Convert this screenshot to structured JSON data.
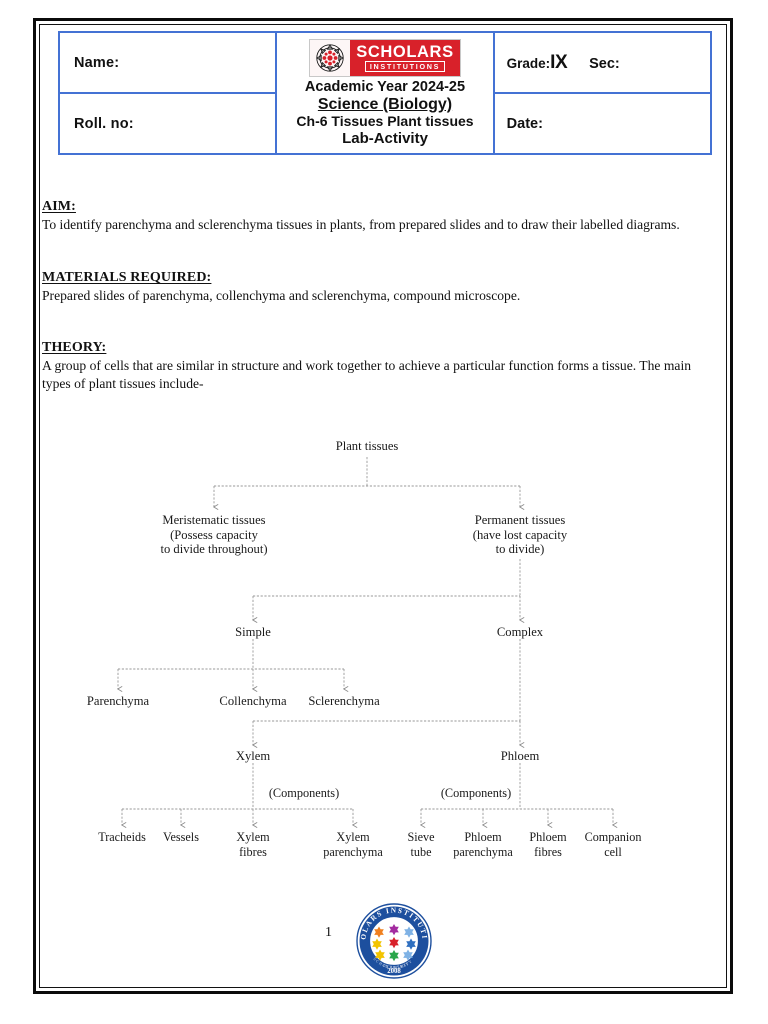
{
  "document": {
    "page_number": "1"
  },
  "header": {
    "name_label": "Name:",
    "roll_label": "Roll. no:",
    "grade_label": "Grade:",
    "grade_value": "IX",
    "section_label": "Sec:",
    "date_label": "Date:",
    "logo": {
      "main": "SCHOLARS",
      "sub": "INSTITUTIONS",
      "mark": "mandala-emblem",
      "banner_color": "#d8212a",
      "text_color": "#ffffff"
    },
    "academic_year": "Academic Year 2024-25",
    "subject": "Science (Biology)",
    "chapter": "Ch-6 Tissues Plant tissues",
    "activity": "Lab-Activity",
    "border_color": "#4472d4"
  },
  "sections": [
    {
      "heading": "AIM:",
      "heading_main": "AIM",
      "heading_tail": ":",
      "body": "To identify parenchyma and sclerenchyma tissues in plants, from prepared slides and to draw their labelled diagrams."
    },
    {
      "heading": "MATERIALS REQUIRED:",
      "heading_main": "MATERIALS REQUIRE",
      "heading_tail": "D:",
      "body": "Prepared slides of parenchyma, collenchyma and sclerenchyma, compound microscope."
    },
    {
      "heading": "THEORY:",
      "heading_main": "THEORY",
      "heading_tail": ":",
      "body": "A group of cells that are similar in structure and work together to achieve a particular function forms a tissue. The main types of plant tissues include-"
    }
  ],
  "flowchart": {
    "title": "Plant tissues",
    "nodes": {
      "root": "Plant tissues",
      "meristematic": "Meristematic tissues\n(Possess capacity\nto divide throughout)",
      "meristematic_l1": "Meristematic tissues",
      "meristematic_l2": "(Possess capacity",
      "meristematic_l3": "to divide throughout)",
      "permanent_l1": "Permanent tissues",
      "permanent_l2": "(have lost capacity",
      "permanent_l3": "to divide)",
      "simple": "Simple",
      "complex": "Complex",
      "parenchyma": "Parenchyma",
      "collenchyma": "Collenchyma",
      "sclerenchyma": "Sclerenchyma",
      "xylem": "Xylem",
      "phloem": "Phloem",
      "components_xylem": "(Components)",
      "components_phloem": "(Components)",
      "tracheids": "Tracheids",
      "vessels": "Vessels",
      "xylem_fibres_l1": "Xylem",
      "xylem_fibres_l2": "fibres",
      "xylem_parenchyma_l1": "Xylem",
      "xylem_parenchyma_l2": "parenchyma",
      "sieve_tube_l1": "Sieve",
      "sieve_tube_l2": "tube",
      "phloem_parenchyma_l1": "Phloem",
      "phloem_parenchyma_l2": "parenchyma",
      "phloem_fibres_l1": "Phloem",
      "phloem_fibres_l2": "fibres",
      "companion_cell_l1": "Companion",
      "companion_cell_l2": "cell"
    },
    "line_color": "#8e8e8e"
  },
  "footer": {
    "seal": {
      "ring_text_top": "SCHOLARS INSTITUTIONS",
      "year": "2008",
      "ring_color": "#1d4f9e",
      "star_colors": [
        "#f08020",
        "#a32ba0",
        "#7fb2e5",
        "#f2c400",
        "#d8212a",
        "#2f6fc0",
        "#f2c400",
        "#2aa74a",
        "#7fb2e5"
      ]
    }
  }
}
